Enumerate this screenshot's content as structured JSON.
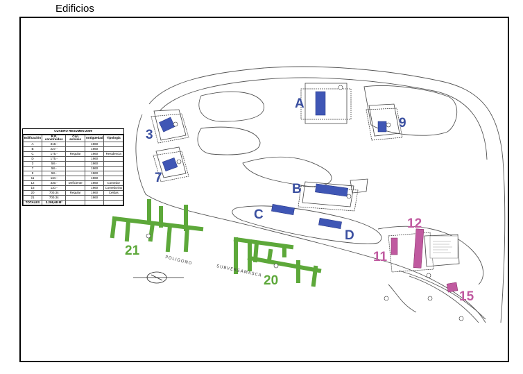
{
  "page": {
    "title": "Edificios"
  },
  "colors": {
    "building_blue": "#3f56b5",
    "label_blue": "#3a4fa0",
    "green": "#5da83a",
    "pink": "#c05aa0"
  },
  "labels": {
    "A": "A",
    "B": "B",
    "C": "C",
    "D": "D",
    "n3": "3",
    "n7": "7",
    "n9": "9",
    "n11": "11",
    "n12": "12",
    "n15": "15",
    "n20": "20",
    "n21": "21"
  },
  "streets": {
    "s1": "POLIGONO",
    "s2": "SUBVERSAMASCA"
  },
  "table": {
    "caption": "CUADRO RESUMEN 2009",
    "headers": [
      "Edificación",
      "R.P. construidos",
      "Con servicio",
      "Antigüedad",
      "Tipología"
    ],
    "rows": [
      [
        "A",
        "318.-",
        "",
        "1960",
        ""
      ],
      [
        "B",
        "227.-",
        "",
        "1960",
        ""
      ],
      [
        "C",
        "175.-",
        "Regular",
        "1960",
        "Residencia"
      ],
      [
        "D",
        "175.-",
        "",
        "1960",
        ""
      ],
      [
        "3",
        "58.-",
        "",
        "1960",
        ""
      ],
      [
        "7",
        "58.-",
        "",
        "1960",
        ""
      ],
      [
        "9",
        "58.-",
        "",
        "1960",
        ""
      ],
      [
        "11",
        "110.-",
        "",
        "1960",
        ""
      ],
      [
        "12",
        "330.-",
        "Deficiente",
        "1960",
        "Comedor"
      ],
      [
        "15",
        "110.-",
        "",
        "1960",
        "Comedor/as"
      ],
      [
        "20",
        "700.34",
        "Regular",
        "1960",
        "Celdas"
      ],
      [
        "21",
        "700.34",
        "",
        "1960",
        ""
      ]
    ],
    "total": [
      "TOTALES",
      "3.298,68 M²",
      "",
      "",
      ""
    ]
  }
}
